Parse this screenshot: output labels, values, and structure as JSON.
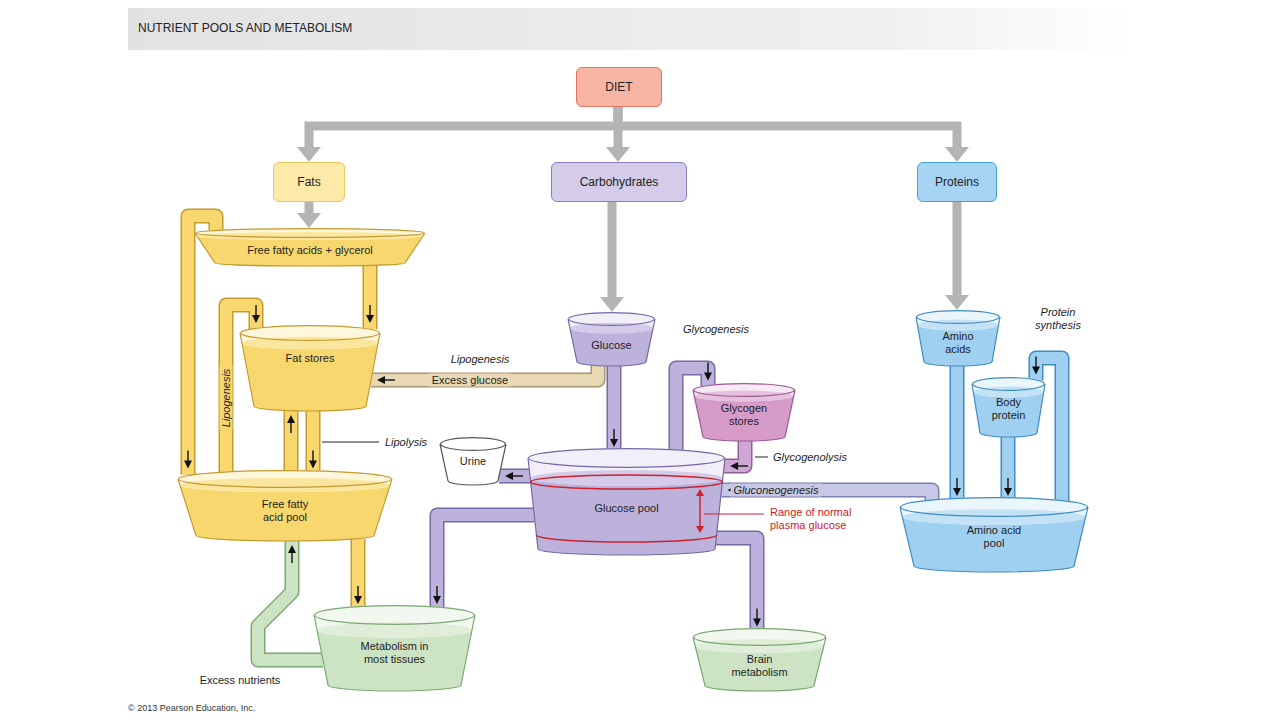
{
  "diagram": {
    "title": "NUTRIENT POOLS AND METABOLISM",
    "nodes": [
      {
        "text": [
          "DIET"
        ]
      },
      {
        "text": [
          "Fats"
        ]
      },
      {
        "text": [
          "Carbohydrates"
        ]
      },
      {
        "text": [
          "Proteins"
        ]
      },
      {
        "text": [
          "Free fatty acids + glycerol"
        ]
      },
      {
        "text": [
          "Glucose"
        ]
      },
      {
        "text": [
          "Amino acids"
        ]
      },
      {
        "text": [
          "Fat stores"
        ]
      },
      {
        "text": [
          "Glycogen stores"
        ]
      },
      {
        "text": [
          "Body protein"
        ]
      },
      {
        "text": [
          "Urine"
        ]
      },
      {
        "text": [
          "Glucose pool"
        ]
      },
      {
        "text": [
          "Free fatty acid pool"
        ]
      },
      {
        "text": [
          "Amino acid pool"
        ]
      },
      {
        "text": [
          "Metabolism in most tissues"
        ]
      },
      {
        "text": [
          "Brain metabolism"
        ]
      }
    ],
    "edges": [
      {
        "from": 0,
        "to": 1,
        "arrow": "to"
      },
      {
        "from": 0,
        "to": 2,
        "arrow": "to"
      },
      {
        "from": 0,
        "to": 3,
        "arrow": "to"
      },
      {
        "from": 1,
        "to": 4,
        "arrow": "to"
      },
      {
        "from": 2,
        "to": 5,
        "arrow": "to"
      },
      {
        "from": 3,
        "to": 6,
        "arrow": "to"
      },
      {
        "from": 4,
        "to": 7,
        "arrow": "to"
      },
      {
        "from": 4,
        "to": 12,
        "arrow": "to"
      },
      {
        "from": 12,
        "to": 7,
        "label": "Lipogenesis",
        "arrow": "to"
      },
      {
        "from": 7,
        "to": 12,
        "label": "Lipolysis",
        "arrow": "to"
      },
      {
        "from": 12,
        "to": 7,
        "arrow": "to"
      },
      {
        "from": 12,
        "to": 14,
        "arrow": "to"
      },
      {
        "from": 14,
        "to": 12,
        "label": "Excess nutrients",
        "arrow": "to"
      },
      {
        "from": 5,
        "to": 11,
        "arrow": "to"
      },
      {
        "from": 5,
        "to": 7,
        "label": "Excess glucose",
        "arrow": "to"
      },
      {
        "from": 11,
        "to": 8,
        "label": "Glycogenesis",
        "arrow": "to"
      },
      {
        "from": 8,
        "to": 11,
        "label": "Glycogenolysis",
        "arrow": "to"
      },
      {
        "from": 13,
        "to": 11,
        "label": "Gluconeogenesis",
        "arrow": "to"
      },
      {
        "from": 11,
        "to": 10,
        "arrow": "to"
      },
      {
        "from": 11,
        "to": 14,
        "arrow": "to"
      },
      {
        "from": 11,
        "to": 15,
        "arrow": "to"
      },
      {
        "from": 6,
        "to": 13,
        "arrow": "to"
      },
      {
        "from": 13,
        "to": 9,
        "label": "Protein synthesis",
        "arrow": "to"
      },
      {
        "from": 9,
        "to": 13,
        "arrow": "to"
      }
    ],
    "labels": [
      "Lipogenesis",
      "Range of normal plasma glucose",
      "© 2013 Pearson Education, Inc."
    ]
  }
}
